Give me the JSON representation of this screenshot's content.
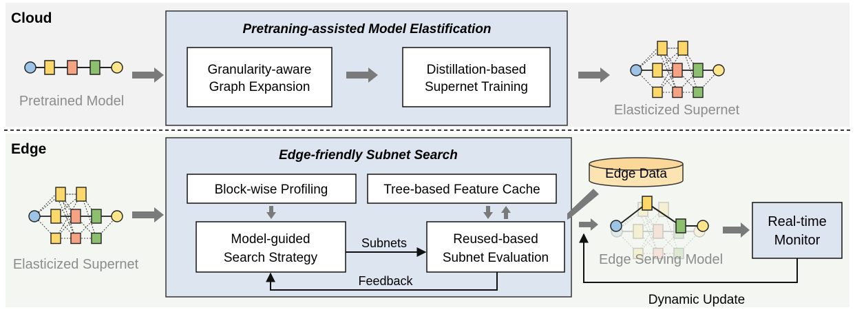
{
  "cloud": {
    "section_label": "Cloud",
    "panel_title": "Pretraning-assisted Model Elastification",
    "box1_line1": "Granularity-aware",
    "box1_line2": "Graph Expansion",
    "box2_line1": "Distillation-based",
    "box2_line2": "Supernet Training",
    "input_caption": "Pretrained Model",
    "output_caption": "Elasticized Supernet"
  },
  "edge": {
    "section_label": "Edge",
    "panel_title": "Edge-friendly Subnet Search",
    "input_caption": "Elasticized Supernet",
    "profiling": "Block-wise Profiling",
    "cache": "Tree-based Feature Cache",
    "search_line1": "Model-guided",
    "search_line2": "Search Strategy",
    "eval_line1": "Reused-based",
    "eval_line2": "Subnet Evaluation",
    "subnets_label": "Subnets",
    "feedback_label": "Feedback",
    "data_label": "Edge Data",
    "serving_caption": "Edge Serving Model",
    "monitor_line1": "Real-time",
    "monitor_line2": "Monitor",
    "update_label": "Dynamic Update"
  },
  "colors": {
    "cloud_bg": "#f2f2f2",
    "edge_bg": "#f4f7f1",
    "panel_fill": "#dde5f1",
    "yellow_block": "#fcd86a",
    "orange_block": "#f5a382",
    "green_block": "#8cc06e",
    "blue_node": "#9dc3e6",
    "yellow_node": "#fde58a",
    "arrow_gray": "#7a7a7a",
    "caption_gray": "#8c8c8c"
  }
}
